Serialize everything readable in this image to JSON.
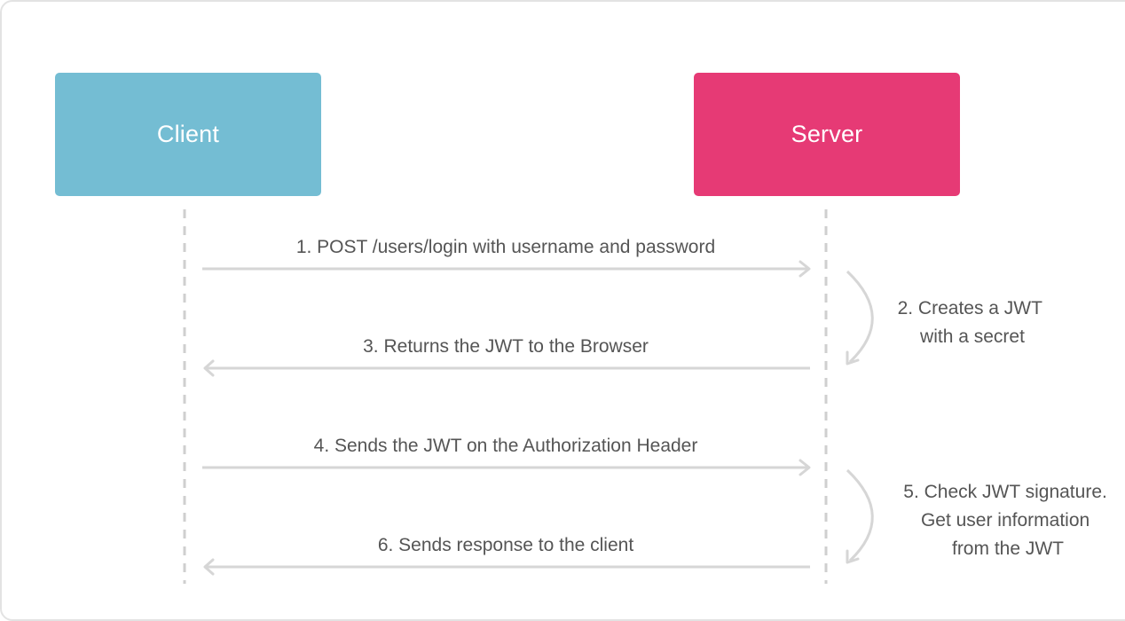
{
  "actors": {
    "client": {
      "label": "Client",
      "color": "#74BDD3"
    },
    "server": {
      "label": "Server",
      "color": "#E63A75"
    }
  },
  "messages": [
    {
      "label": "1. POST /users/login with username and password",
      "from": "client",
      "to": "server"
    },
    {
      "label": "3. Returns the JWT to the Browser",
      "from": "server",
      "to": "client"
    },
    {
      "label": "4. Sends the JWT on the Authorization Header",
      "from": "client",
      "to": "server"
    },
    {
      "label": "6. Sends response to the client",
      "from": "server",
      "to": "client"
    }
  ],
  "server_steps": [
    {
      "lines": [
        "2. Creates a JWT",
        "with a secret"
      ]
    },
    {
      "lines": [
        "5. Check JWT signature.",
        "Get user information",
        "from the JWT"
      ]
    }
  ],
  "colors": {
    "lifeline": "#cfcfcf",
    "arrow": "#d6d6d6",
    "text": "#555555"
  }
}
